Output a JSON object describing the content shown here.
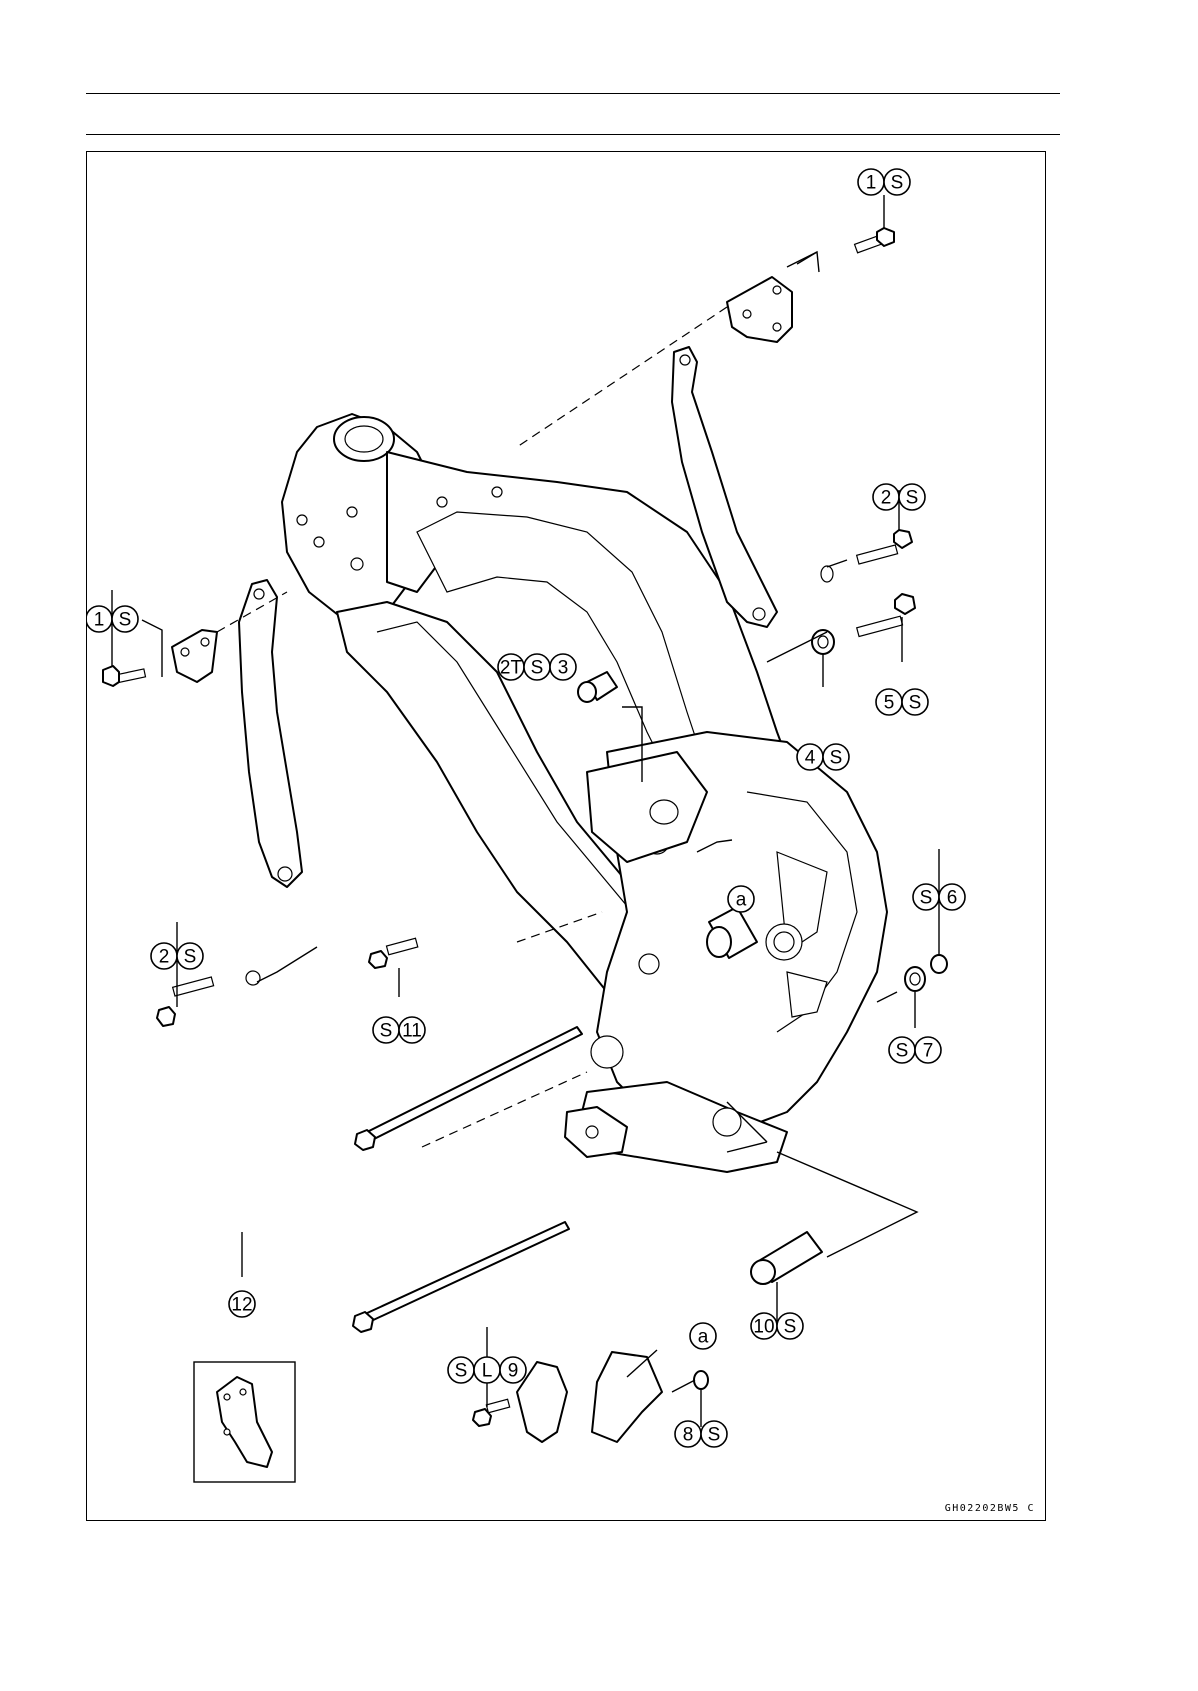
{
  "callouts": [
    {
      "id": "c1",
      "items": [
        "1",
        "S"
      ]
    },
    {
      "id": "c2",
      "items": [
        "2",
        "S"
      ]
    },
    {
      "id": "c3",
      "items": [
        "1",
        "S"
      ]
    },
    {
      "id": "c4",
      "items": [
        "2T",
        "S",
        "3"
      ]
    },
    {
      "id": "c5",
      "items": [
        "5",
        "S"
      ]
    },
    {
      "id": "c6",
      "items": [
        "4",
        "S"
      ]
    },
    {
      "id": "c7",
      "items": [
        "a"
      ]
    },
    {
      "id": "c8",
      "items": [
        "S",
        "6"
      ]
    },
    {
      "id": "c9",
      "items": [
        "2",
        "S"
      ]
    },
    {
      "id": "c10",
      "items": [
        "S",
        "11"
      ]
    },
    {
      "id": "c11",
      "items": [
        "S",
        "7"
      ]
    },
    {
      "id": "c12",
      "items": [
        "12"
      ]
    },
    {
      "id": "c13",
      "items": [
        "10",
        "S"
      ]
    },
    {
      "id": "c14",
      "items": [
        "a"
      ]
    },
    {
      "id": "c15",
      "items": [
        "S",
        "L",
        "9"
      ]
    },
    {
      "id": "c16",
      "items": [
        "8",
        "S"
      ]
    }
  ],
  "figure_code": "GH02202BW5 C"
}
